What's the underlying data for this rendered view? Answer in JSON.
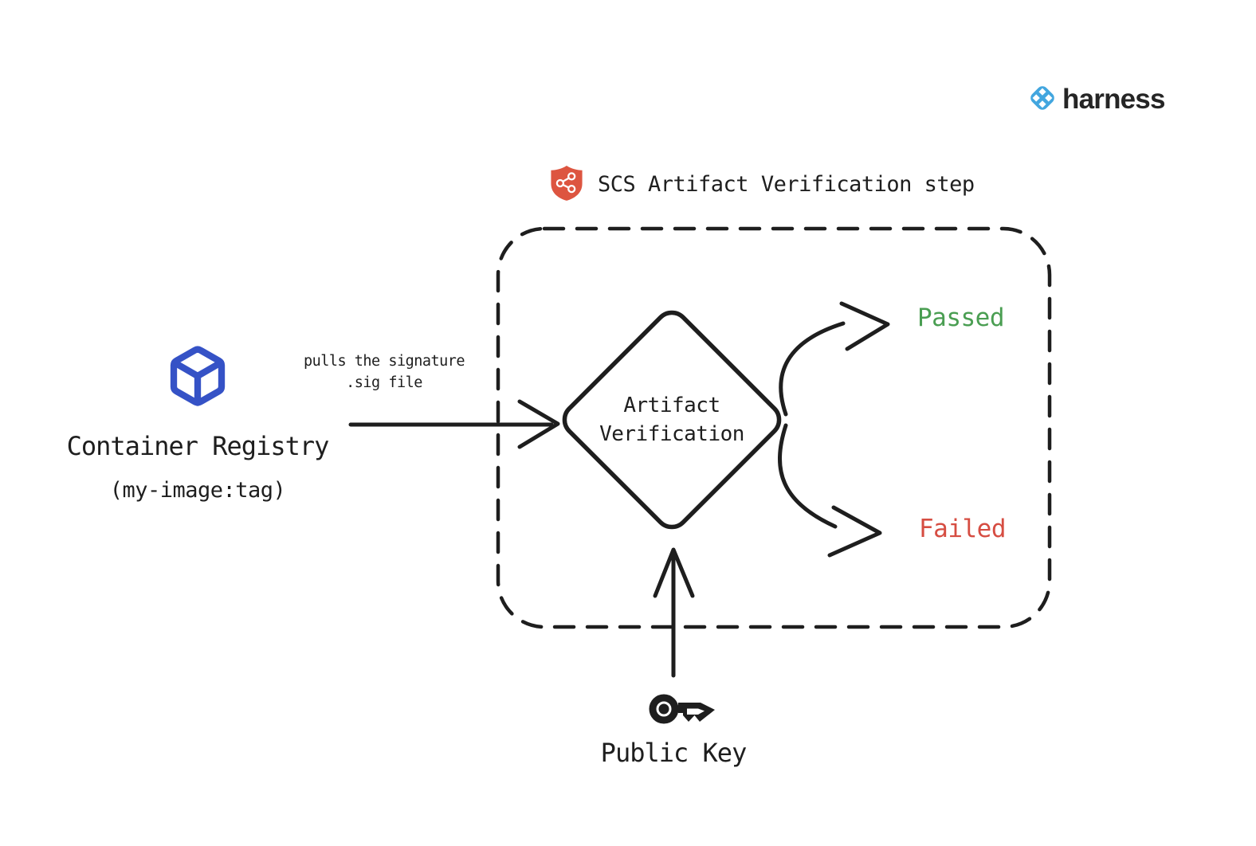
{
  "brand": {
    "name": "harness"
  },
  "header": {
    "title": "SCS Artifact Verification step"
  },
  "nodes": {
    "container_registry": {
      "label": "Container Registry",
      "sublabel": "(my-image:tag)"
    },
    "decision": {
      "line1": "Artifact",
      "line2": "Verification"
    },
    "public_key": {
      "label": "Public Key"
    }
  },
  "edges": {
    "pull": {
      "line1": "pulls the signature",
      "line2": ".sig file"
    },
    "passed": {
      "label": "Passed"
    },
    "failed": {
      "label": "Failed"
    }
  },
  "icons": {
    "brand_logo": "harness-diamond-icon",
    "step": "shield-supply-chain-icon",
    "registry": "container-cube-icon",
    "key": "public-key-icon"
  },
  "colors": {
    "ink": "#1e1e1e",
    "passed_green": "#4a9e52",
    "failed_red": "#d64d42",
    "registry_blue": "#3552c6",
    "harness_blue": "#42a6df",
    "shield_red": "#dd5540"
  }
}
